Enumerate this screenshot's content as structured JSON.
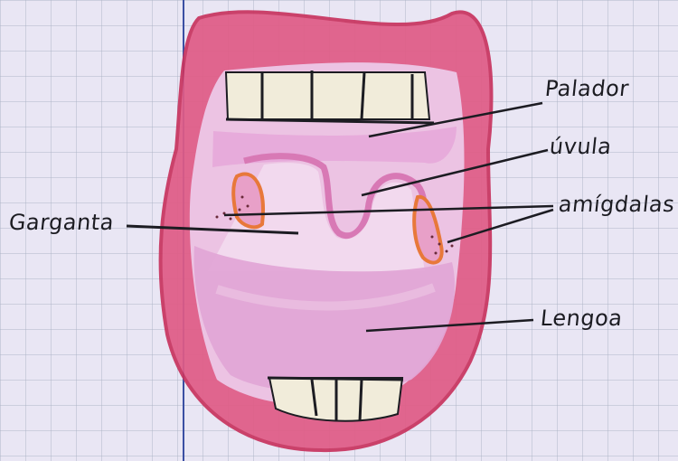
{
  "diagram": {
    "labels": {
      "palate": "Palador",
      "uvula": "úvula",
      "tonsils": "amígdalas",
      "throat": "Garganta",
      "tongue": "Lengoa"
    }
  },
  "colors": {
    "paper": "#e9e6f4",
    "grid": "#8f9bb0",
    "margin_line": "#3b4fa3",
    "lips": "#e05b86",
    "lips_outline": "#c8345f",
    "mouth_interior": "#ecc3e3",
    "tongue": "#e2a6d6",
    "teeth": "#f1ecda",
    "tonsils": "#e8783a",
    "ink": "#1c1c22"
  }
}
